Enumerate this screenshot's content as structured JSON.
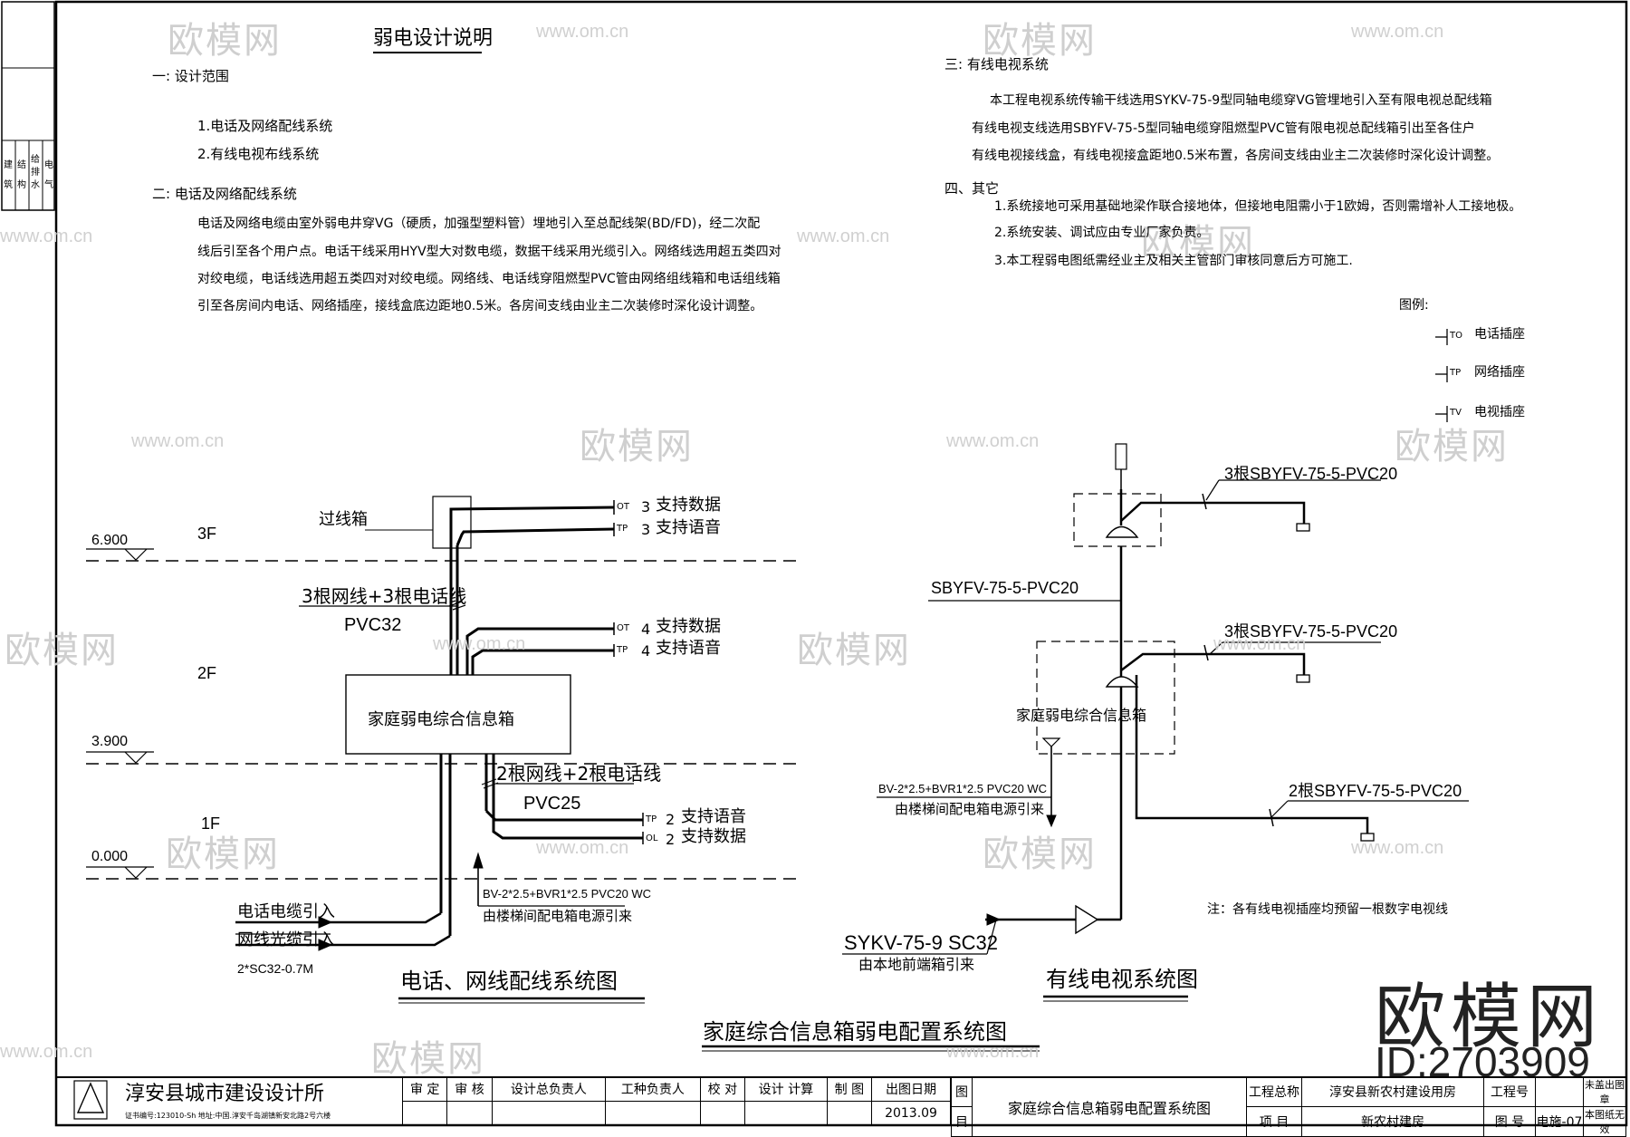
{
  "notes_left": {
    "title": "弱电设计说明",
    "s1_heading": "一: 设计范围",
    "s1_items": [
      "1.电话及网络配线系统",
      "2.有线电视布线系统"
    ],
    "s2_heading": "二: 电话及网络配线系统",
    "s2_lines": [
      "电话及网络电缆由室外弱电井穿VG（硬质，加强型塑料管）埋地引入至总配线架(BD/FD)，经二次配",
      "线后引至各个用户点。电话干线采用HYV型大对数电缆，数据干线采用光缆引入。网络线选用超五类四对",
      "对绞电缆，电话线选用超五类四对对绞电缆。网络线、电话线穿阻燃型PVC管由网络组线箱和电话组线箱",
      "引至各房间内电话、网络插座，接线盒底边距地0.5米。各房间支线由业主二次装修时深化设计调整。"
    ]
  },
  "notes_right": {
    "s3_heading": "三: 有线电视系统",
    "s3_lines": [
      "本工程电视系统传输干线选用SYKV-75-9型同轴电缆穿VG管埋地引入至有限电视总配线箱",
      "有线电视支线选用SBYFV-75-5型同轴电缆穿阻燃型PVC管有限电视总配线箱引出至各住户",
      "有线电视接线盒，有线电视接盒距地0.5米布置，各房间支线由业主二次装修时深化设计调整。"
    ],
    "s4_heading": "四、其它",
    "s4_items": [
      "1.系统接地可采用基础地梁作联合接地体，但接地电阻需小于1欧姆，否则需增补人工接地极。",
      "2.系统安装、调试应由专业厂家负责。",
      "3.本工程弱电图纸需经业主及相关主管部门审核同意后方可施工."
    ]
  },
  "legend": {
    "title": "图例:",
    "items": [
      {
        "code": "TO",
        "label": "电话插座"
      },
      {
        "code": "TP",
        "label": "网络插座"
      },
      {
        "code": "TV",
        "label": "电视插座"
      }
    ]
  },
  "left_diagram": {
    "levels": [
      {
        "elev": "6.900",
        "floor": "3F"
      },
      {
        "elev": "3.900",
        "floor": "2F"
      },
      {
        "elev": "0.000",
        "floor": "1F"
      }
    ],
    "junction_box": "过线箱",
    "cable_3f": "3根网线+3根电话线",
    "pipe_3f": "PVC32",
    "cable_1f": "2根网线+2根电话线",
    "pipe_1f": "PVC25",
    "info_box": "家庭弱电综合信息箱",
    "outlets_3f": [
      {
        "code": "OT",
        "count": "3",
        "text": "支持数据"
      },
      {
        "code": "TP",
        "count": "3",
        "text": "支持语音"
      }
    ],
    "outlets_2f": [
      {
        "code": "OT",
        "count": "4",
        "text": "支持数据"
      },
      {
        "code": "TP",
        "count": "4",
        "text": "支持语音"
      }
    ],
    "outlets_1f": [
      {
        "code": "TP",
        "count": "2",
        "text": "支持语音"
      },
      {
        "code": "OL",
        "count": "2",
        "text": "支持数据"
      }
    ],
    "power_spec": "BV-2*2.5+BVR1*2.5 PVC20 WC",
    "power_note": "由楼梯间配电箱电源引来",
    "in_phone": "电话电缆引入",
    "in_net": "网线光缆引入",
    "in_conduit": "2*SC32-0.7M",
    "caption": "电话、网线配线系统图"
  },
  "right_diagram": {
    "cable_top": "3根SBYFV-75-5-PVC20",
    "riser": "SBYFV-75-5-PVC20",
    "cable_mid": "3根SBYFV-75-5-PVC20",
    "info_box": "家庭弱电综合信息箱",
    "power_spec": "BV-2*2.5+BVR1*2.5 PVC20 WC",
    "power_note": "由楼梯间配电箱电源引来",
    "cable_bottom": "2根SBYFV-75-5-PVC20",
    "trunk": "SYKV-75-9 SC32",
    "trunk_note": "由本地前端箱引来",
    "remark": "注：各有线电视插座均预留一根数字电视线",
    "caption": "有线电视系统图"
  },
  "drawing_title": "家庭综合信息箱弱电配置系统图",
  "watermark": {
    "logo": "欧模网",
    "url": "www.om.cn",
    "big": "欧模网",
    "id": "ID:2703909"
  },
  "margin_stamp": [
    "建",
    "筑",
    "结",
    "构",
    "给",
    "排",
    "水",
    "电",
    "气"
  ],
  "title_block": {
    "company": "淳安县城市建设设计所",
    "cert": "证书编号:123010-Sh  地址:中国.淳安千岛湖镇新安北路2号六楼",
    "roles": [
      "审  定",
      "审  核",
      "设计总负责人",
      "工种负责人",
      "校  对",
      "设计 计算",
      "制  图",
      "出图日期"
    ],
    "date": "2013.09",
    "col_tu": "图",
    "col_mu": "目",
    "sheet_title": "家庭综合信息箱弱电配置系统图",
    "proj_total_label": "工程总称",
    "proj_total": "淳安县新农村建设用房",
    "proj_label": "项  目",
    "proj": "新农村建房",
    "proj_no_label": "工程号",
    "sheet_no_label": "图  号",
    "sheet_no": "电施-07",
    "stamp1": "未盖出图章",
    "stamp2": "本图纸无效"
  }
}
